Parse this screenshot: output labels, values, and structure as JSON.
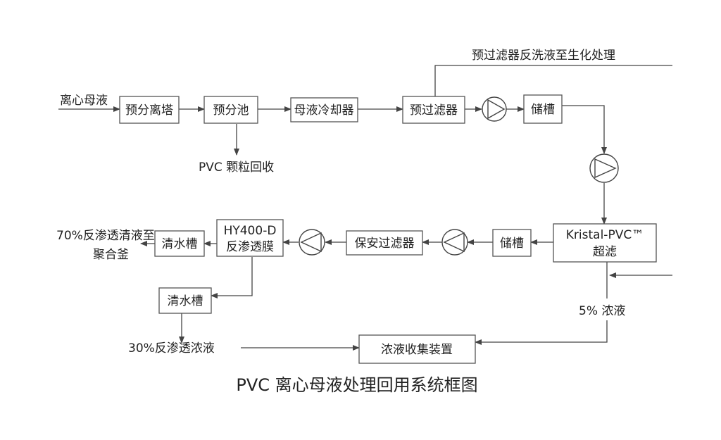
{
  "diagram": {
    "input_label": "离心母液",
    "top_note": "预过滤器反洗液至生化处理",
    "boxes": {
      "pre_tower": "预分离塔",
      "pre_tank": "预分池",
      "cooler": "母液冷却器",
      "pre_filter": "预过滤器",
      "storage_1": "储槽",
      "kristal_line1": "Kristal-PVC™",
      "kristal_line2": "超滤",
      "storage_2": "储槽",
      "security_filter": "保安过滤器",
      "ro_line1": "HY400-D",
      "ro_line2": "反渗透膜",
      "clean_tank_1": "清水槽",
      "clean_tank_2": "清水槽",
      "concentrate_collector": "浓液收集装置"
    },
    "labels": {
      "pvc_recovery": "PVC 颗粒回收",
      "ro_70_line1": "70%反渗透清液至",
      "ro_70_line2": "聚合釜",
      "concentrate_5": "5% 浓液",
      "ro_30": "30%反渗透浓液"
    },
    "caption": "PVC 离心母液处理回用系统框图"
  }
}
